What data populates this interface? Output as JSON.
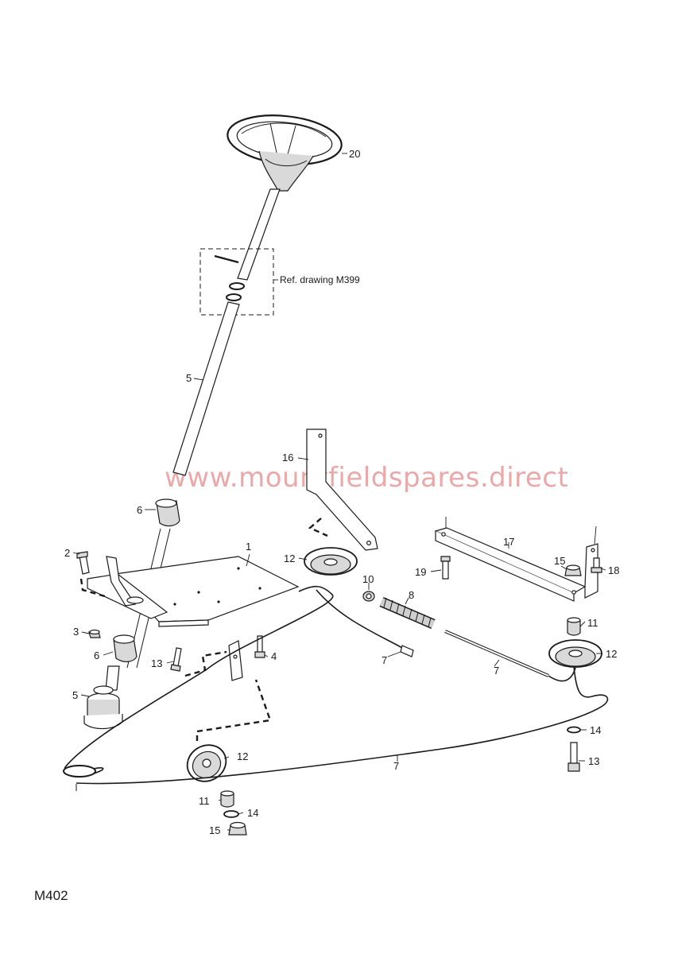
{
  "drawing_code": "M402",
  "reference_note": "Ref. drawing M399",
  "watermark": "www.mountfieldspares.direct",
  "callouts": {
    "c1": "1",
    "c2": "2",
    "c3": "3",
    "c4": "4",
    "c5a": "5",
    "c5b": "5",
    "c6a": "6",
    "c6b": "6",
    "c7a": "7",
    "c7b": "7",
    "c7c": "7",
    "c8": "8",
    "c10": "10",
    "c11a": "11",
    "c11b": "11",
    "c12a": "12",
    "c12b": "12",
    "c12c": "12",
    "c13a": "13",
    "c13b": "13",
    "c14a": "14",
    "c14b": "14",
    "c15a": "15",
    "c15b": "15",
    "c16": "16",
    "c17": "17",
    "c18": "18",
    "c19": "19",
    "c20": "20"
  }
}
